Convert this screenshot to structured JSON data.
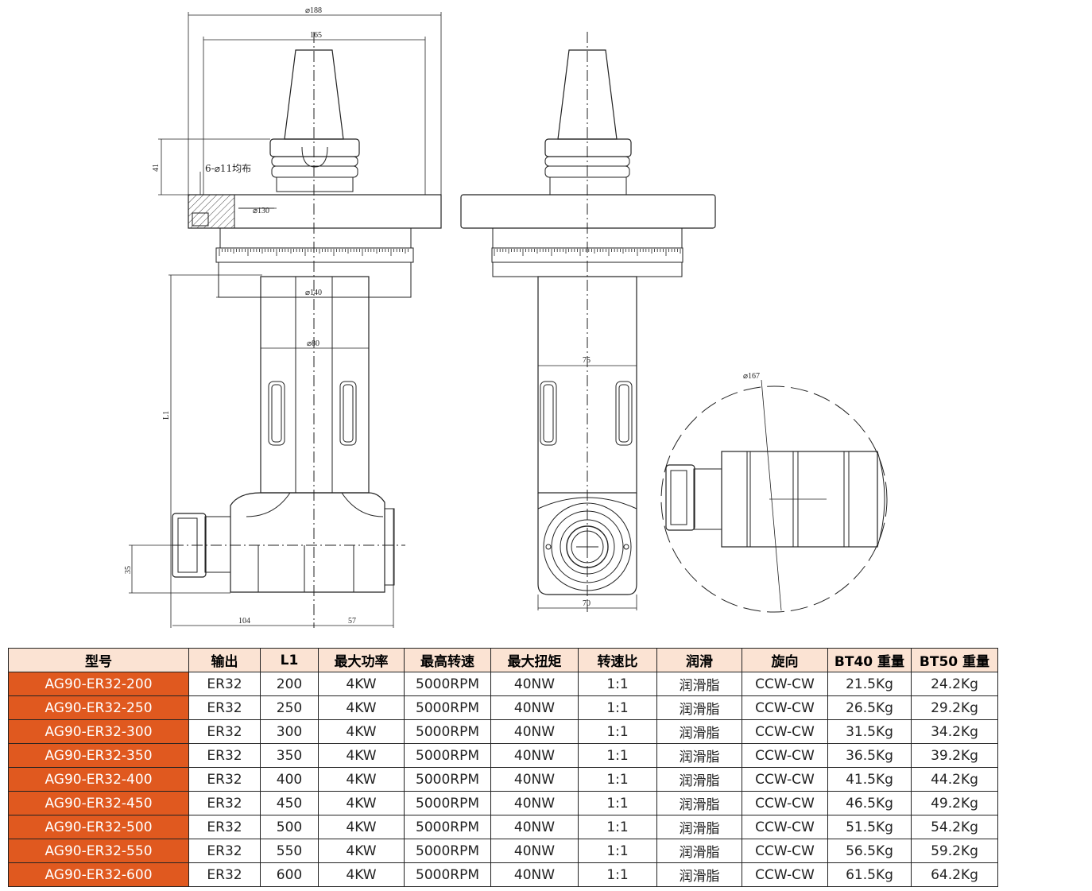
{
  "drawing": {
    "front_view": {
      "dims": {
        "d188": "⌀188",
        "d165": "165",
        "h41": "41",
        "holes": "6-⌀11均布",
        "d130": "⌀130",
        "d140": "⌀140",
        "d80": "⌀80",
        "L1": "L1",
        "h35": "35",
        "w104": "104",
        "w57": "57"
      }
    },
    "side_view": {
      "dims": {
        "w75": "75",
        "w70": "70"
      }
    },
    "detail_view": {
      "dims": {
        "d167": "⌀167"
      }
    }
  },
  "table": {
    "headers": [
      "型号",
      "输出",
      "L1",
      "最大功率",
      "最高转速",
      "最大扭矩",
      "转速比",
      "润滑",
      "旋向",
      "BT40 重量",
      "BT50 重量"
    ],
    "rows": [
      [
        "AG90-ER32-200",
        "ER32",
        "200",
        "4KW",
        "5000RPM",
        "40NW",
        "1:1",
        "润滑脂",
        "CCW-CW",
        "21.5Kg",
        "24.2Kg"
      ],
      [
        "AG90-ER32-250",
        "ER32",
        "250",
        "4KW",
        "5000RPM",
        "40NW",
        "1:1",
        "润滑脂",
        "CCW-CW",
        "26.5Kg",
        "29.2Kg"
      ],
      [
        "AG90-ER32-300",
        "ER32",
        "300",
        "4KW",
        "5000RPM",
        "40NW",
        "1:1",
        "润滑脂",
        "CCW-CW",
        "31.5Kg",
        "34.2Kg"
      ],
      [
        "AG90-ER32-350",
        "ER32",
        "350",
        "4KW",
        "5000RPM",
        "40NW",
        "1:1",
        "润滑脂",
        "CCW-CW",
        "36.5Kg",
        "39.2Kg"
      ],
      [
        "AG90-ER32-400",
        "ER32",
        "400",
        "4KW",
        "5000RPM",
        "40NW",
        "1:1",
        "润滑脂",
        "CCW-CW",
        "41.5Kg",
        "44.2Kg"
      ],
      [
        "AG90-ER32-450",
        "ER32",
        "450",
        "4KW",
        "5000RPM",
        "40NW",
        "1:1",
        "润滑脂",
        "CCW-CW",
        "46.5Kg",
        "49.2Kg"
      ],
      [
        "AG90-ER32-500",
        "ER32",
        "500",
        "4KW",
        "5000RPM",
        "40NW",
        "1:1",
        "润滑脂",
        "CCW-CW",
        "51.5Kg",
        "54.2Kg"
      ],
      [
        "AG90-ER32-550",
        "ER32",
        "550",
        "4KW",
        "5000RPM",
        "40NW",
        "1:1",
        "润滑脂",
        "CCW-CW",
        "56.5Kg",
        "59.2Kg"
      ],
      [
        "AG90-ER32-600",
        "ER32",
        "600",
        "4KW",
        "5000RPM",
        "40NW",
        "1:1",
        "润滑脂",
        "CCW-CW",
        "61.5Kg",
        "64.2Kg"
      ]
    ]
  },
  "colors": {
    "header_bg": "#fbe3d3",
    "model_bg": "#e0591f",
    "model_text": "#ffffff",
    "line": "#222222"
  }
}
